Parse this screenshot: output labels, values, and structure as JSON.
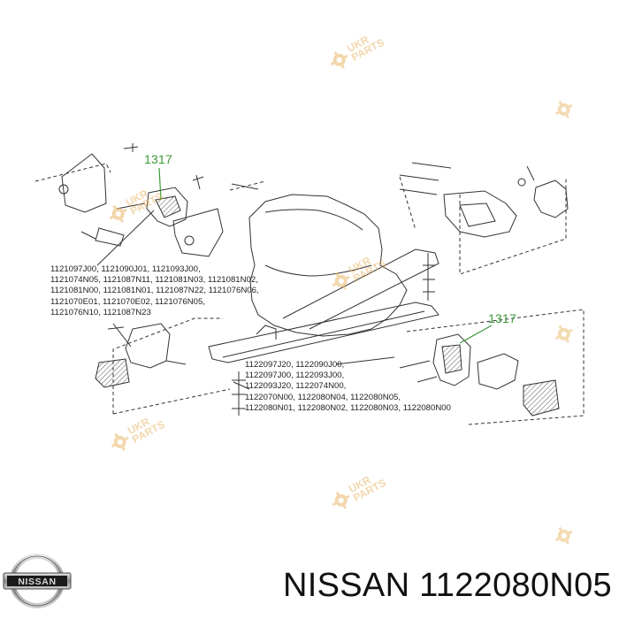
{
  "callouts": [
    "1317",
    "1317"
  ],
  "parts_left": [
    "1121097J00, 1121090J01, 1121093J00,",
    "1121074N05, 1121087N11, 1121081N03, 1121081N02,",
    "1121081N00, 1121081N01, 1121087N22, 1121076N06,",
    "1121070E01, 1121070E02, 1121076N05,",
    "1121076N10, 1121087N23"
  ],
  "parts_right": [
    "1122097J20, 1122090J00,",
    "1122097J00, 1122093J00,",
    "1122093J20, 1122074N00,",
    "1122070N00, 1122080N04, 1122080N05,",
    "1122080N01, 1122080N02, 1122080N03, 1122080N00"
  ],
  "watermark": {
    "line1": "UKR",
    "line2": "PARTS"
  },
  "brand": {
    "logo_text": "NISSAN"
  },
  "product": {
    "title": "NISSAN 1122080N05"
  },
  "colors": {
    "callout": "#3c9a36",
    "watermark": "#e8b86a",
    "line": "#333333"
  }
}
